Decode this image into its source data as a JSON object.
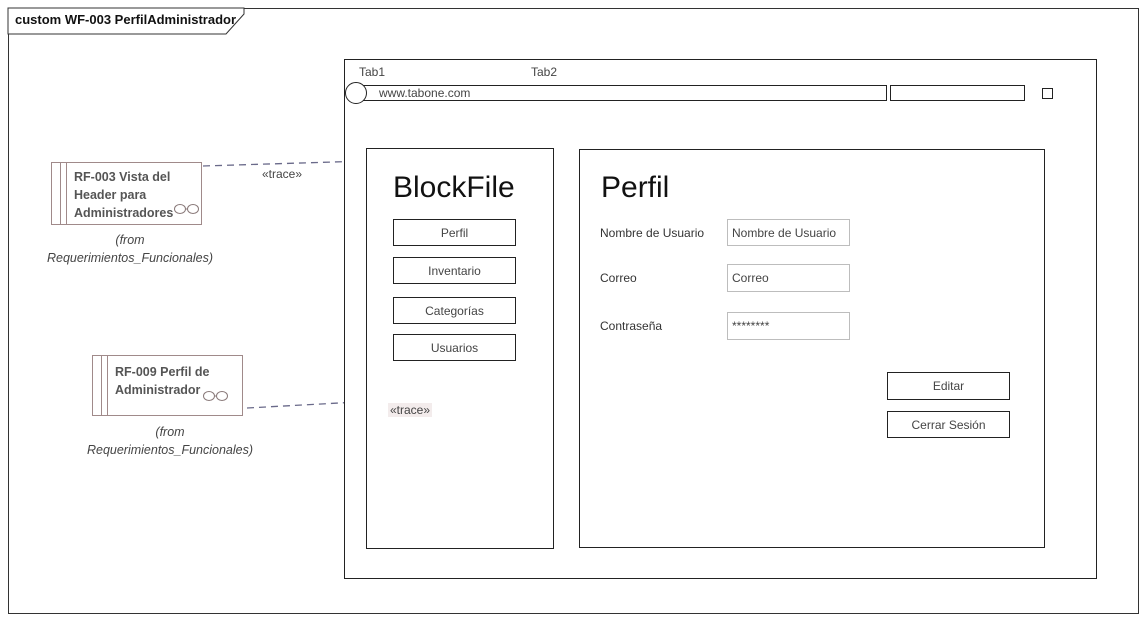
{
  "diagram": {
    "frame_title": "custom WF-003 PerfilAdministrador"
  },
  "requirements": [
    {
      "label": "RF-003 Vista del\nHeader para\nAdministradores",
      "from_line1": "(from",
      "from_line2": "Requerimientos_Funcionales)"
    },
    {
      "label": "RF-009 Perfil de\nAdministrador",
      "from_line1": "(from",
      "from_line2": "Requerimientos_Funcionales)"
    }
  ],
  "traces": [
    {
      "label": "«trace»"
    },
    {
      "label": "«trace»"
    }
  ],
  "browser": {
    "tabs": [
      "Tab1",
      "Tab2"
    ],
    "url": "www.tabone.com"
  },
  "sidebar": {
    "title": "BlockFile",
    "items": [
      "Perfil",
      "Inventario",
      "Categorías",
      "Usuarios"
    ]
  },
  "profile": {
    "title": "Perfil",
    "fields": [
      {
        "label": "Nombre de Usuario",
        "value": "Nombre de Usuario"
      },
      {
        "label": "Correo",
        "value": "Correo"
      },
      {
        "label": "Contraseña",
        "value": "********"
      }
    ],
    "buttons": {
      "edit": "Editar",
      "logout": "Cerrar Sesión"
    }
  },
  "colors": {
    "requirement_border": "#a08a8a",
    "trace_line": "#6a6a8a"
  }
}
